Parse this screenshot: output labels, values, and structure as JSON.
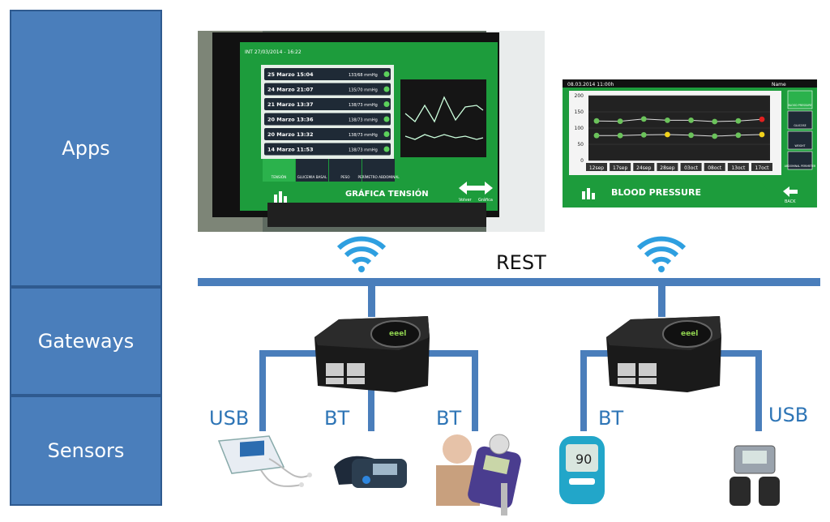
{
  "layers": {
    "apps": "Apps",
    "gateways": "Gateways",
    "sensors": "Sensors"
  },
  "bus_label": "REST",
  "connections": {
    "left_gateway": [
      "USB",
      "BT",
      "BT"
    ],
    "right_gateway": [
      "BT",
      "USB"
    ]
  },
  "tv_app": {
    "header": "INT  27/03/2014 - 16:22",
    "rows": [
      {
        "date": "25 Marzo 15:04",
        "value": "133/68 mmHg"
      },
      {
        "date": "24 Marzo 21:07",
        "value": "135/70 mmHg"
      },
      {
        "date": "21 Marzo 13:37",
        "value": "138/73 mmHg"
      },
      {
        "date": "20 Marzo 13:36",
        "value": "138/73 mmHg"
      },
      {
        "date": "20 Marzo 13:32",
        "value": "138/73 mmHg"
      },
      {
        "date": "14 Marzo 11:53",
        "value": "138/73 mmHg"
      }
    ],
    "tabs": [
      "TENSIÓN",
      "GLUCEMIA BASAL",
      "PESO",
      "PERÍMETRO ABDOMINAL"
    ],
    "footer": "GRÁFICA TENSIÓN",
    "nav": [
      "Volver",
      "Gráfica"
    ]
  },
  "tablet_app": {
    "status_left": "08.03.2014   11:00h",
    "status_right": "Name",
    "y_ticks": [
      "200",
      "150",
      "100",
      "50",
      "0"
    ],
    "x_ticks": [
      "12sep",
      "17sep",
      "24sep",
      "28sep",
      "03oct",
      "08oct",
      "13oct",
      "17oct"
    ],
    "systolic": [
      122,
      121,
      128,
      124,
      124,
      120,
      122,
      127
    ],
    "diastolic": [
      77,
      77,
      79,
      80,
      78,
      75,
      78,
      80
    ],
    "footer": "BLOOD PRESSURE",
    "back": "BACK",
    "side_buttons": [
      "BLOOD PRESSURE",
      "GLUCOSE",
      "WEIGHT",
      "ABDOMINAL PERIMETER"
    ]
  }
}
